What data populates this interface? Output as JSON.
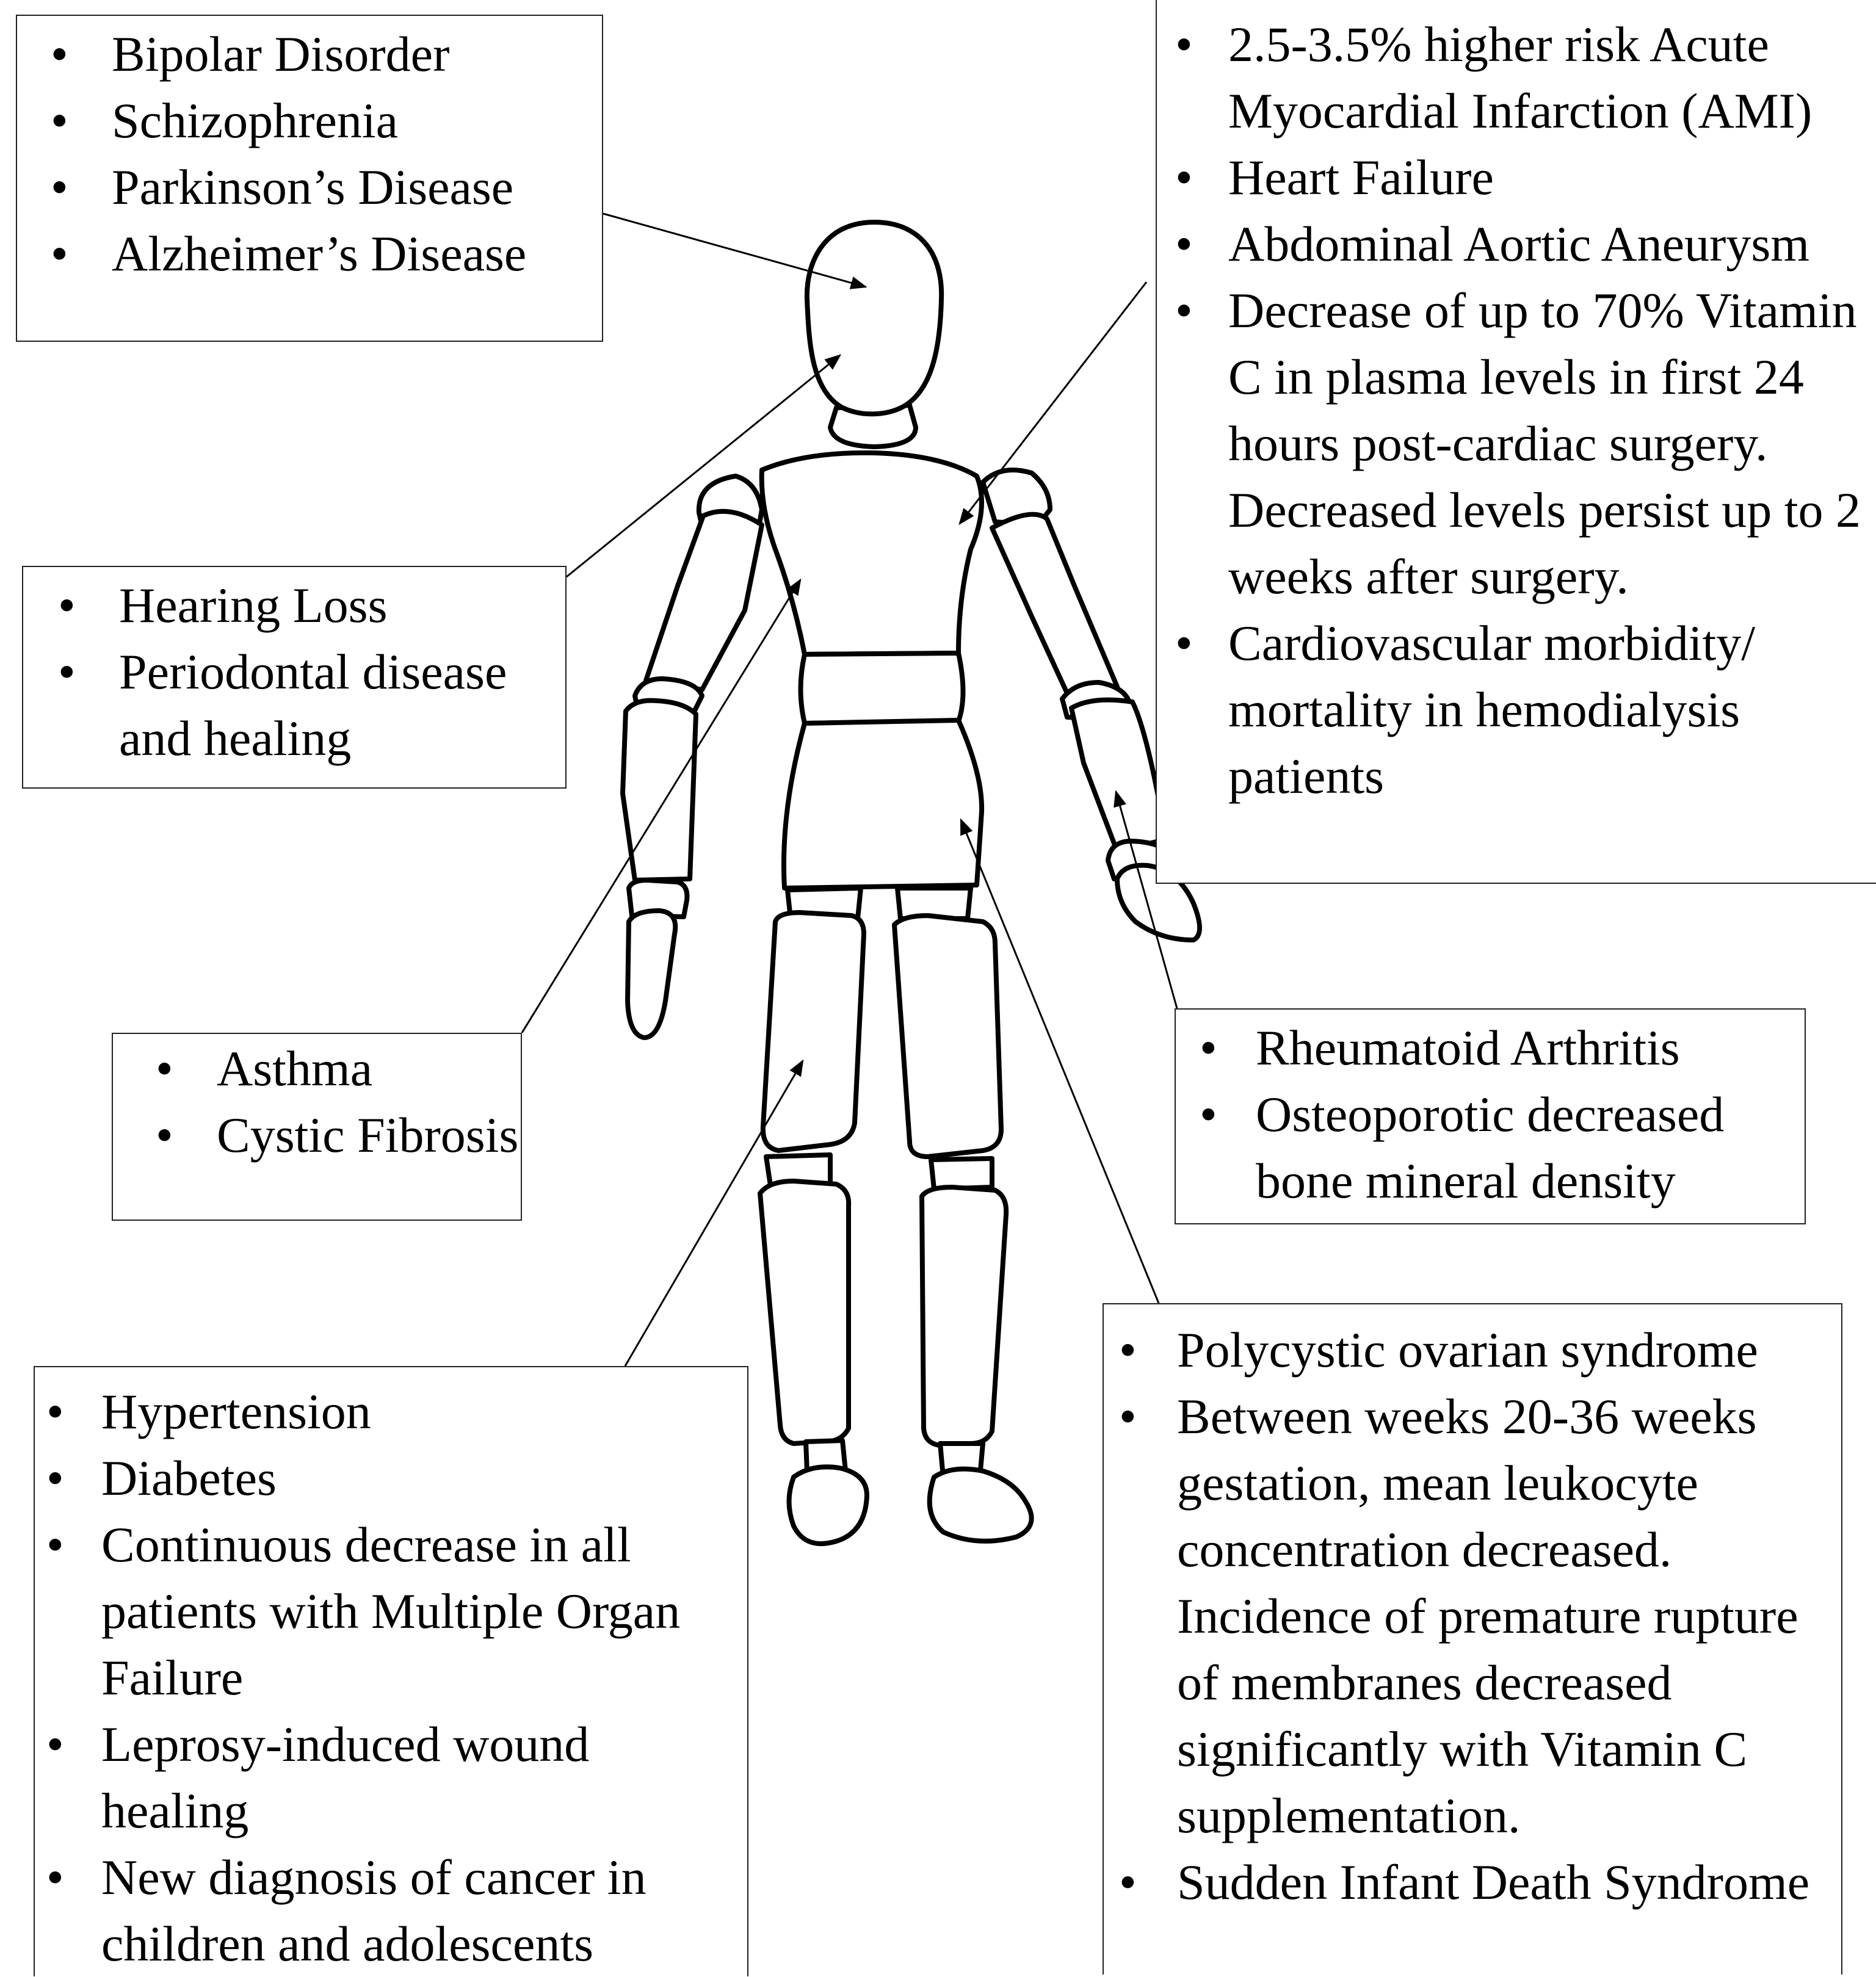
{
  "colors": {
    "outline": "#000000",
    "box_border": "#222222",
    "text": "#000000",
    "background": "#ffffff"
  },
  "bullet_glyph": "•",
  "boxes": {
    "brain": {
      "items": [
        "Bipolar Disorder",
        "Schizophrenia",
        "Parkinson’s Disease",
        "Alzheimer’s Disease"
      ]
    },
    "heart": {
      "items": [
        "2.5-3.5% higher risk Acute Myocardial Infarction (AMI)",
        "Heart Failure",
        "Abdominal Aortic Aneurysm",
        "Decrease of up to 70% Vitamin C in plasma levels in first 24 hours post-cardiac surgery. Decreased levels persist up to 2 weeks after surgery.",
        "Cardiovascular morbidity/ mortality in hemodialysis patients"
      ]
    },
    "ear": {
      "items": [
        "Hearing Loss",
        "Periodontal disease and healing"
      ]
    },
    "lung": {
      "items": [
        "Asthma",
        "Cystic Fibrosis"
      ]
    },
    "joint": {
      "items": [
        "Rheumatoid Arthritis",
        "Osteoporotic decreased bone mineral density"
      ]
    },
    "vessel": {
      "items": [
        "Hypertension",
        "Diabetes",
        "Continuous decrease in all patients with Multiple Organ Failure",
        "Leprosy-induced wound healing",
        "New diagnosis of cancer in children and adolescents"
      ]
    },
    "repro": {
      "items": [
        "Polycystic ovarian syndrome",
        "Between weeks 20-36 weeks gestation, mean leukocyte concentration decreased. Incidence of premature rupture of membranes decreased significantly with Vitamin C supplementation.",
        "Sudden Infant Death Syndrome"
      ]
    }
  }
}
